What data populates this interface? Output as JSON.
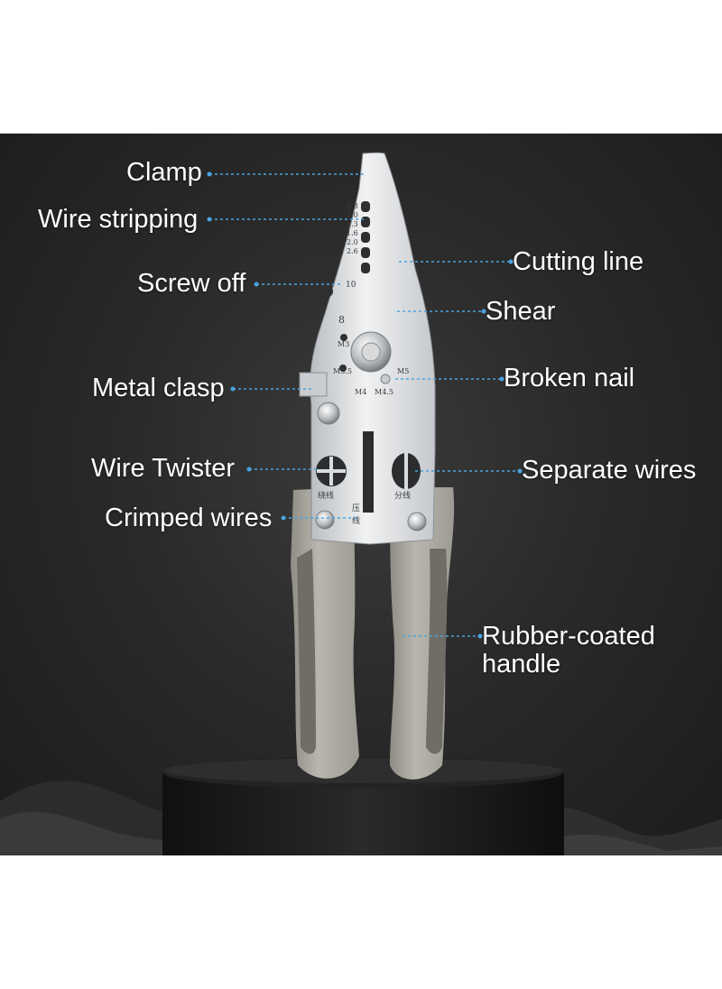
{
  "labels": {
    "clamp": "Clamp",
    "wire_stripping": "Wire stripping",
    "screw_off": "Screw off",
    "metal_clasp": "Metal clasp",
    "wire_twister": "Wire Twister",
    "crimped_wires": "Crimped wires",
    "cutting_line": "Cutting line",
    "shear": "Shear",
    "broken_nail": "Broken nail",
    "separate_wires": "Separate wires",
    "rubber_handle_line1": "Rubber-coated",
    "rubber_handle_line2": "handle"
  },
  "tool_markings": {
    "gauge_1": "0.8",
    "gauge_2": "1.0",
    "gauge_3": "1.3",
    "gauge_4": "1.6",
    "gauge_5": "2.0",
    "gauge_6": "2.6",
    "screw_10": "10",
    "screw_8": "8",
    "m3": "M3",
    "m35": "M3.5",
    "m4": "M4",
    "m45": "M4.5",
    "m5": "M5",
    "twist_cn": "绕线",
    "split_cn": "分线",
    "crimp_cn_1": "压",
    "crimp_cn_2": "线"
  },
  "colors": {
    "background": "#262626",
    "callout_line": "#4aa3e0",
    "text": "#ffffff",
    "steel": "#d9dcdf",
    "handle_grey": "#a9a79d",
    "handle_dark": "#6f6d66"
  }
}
